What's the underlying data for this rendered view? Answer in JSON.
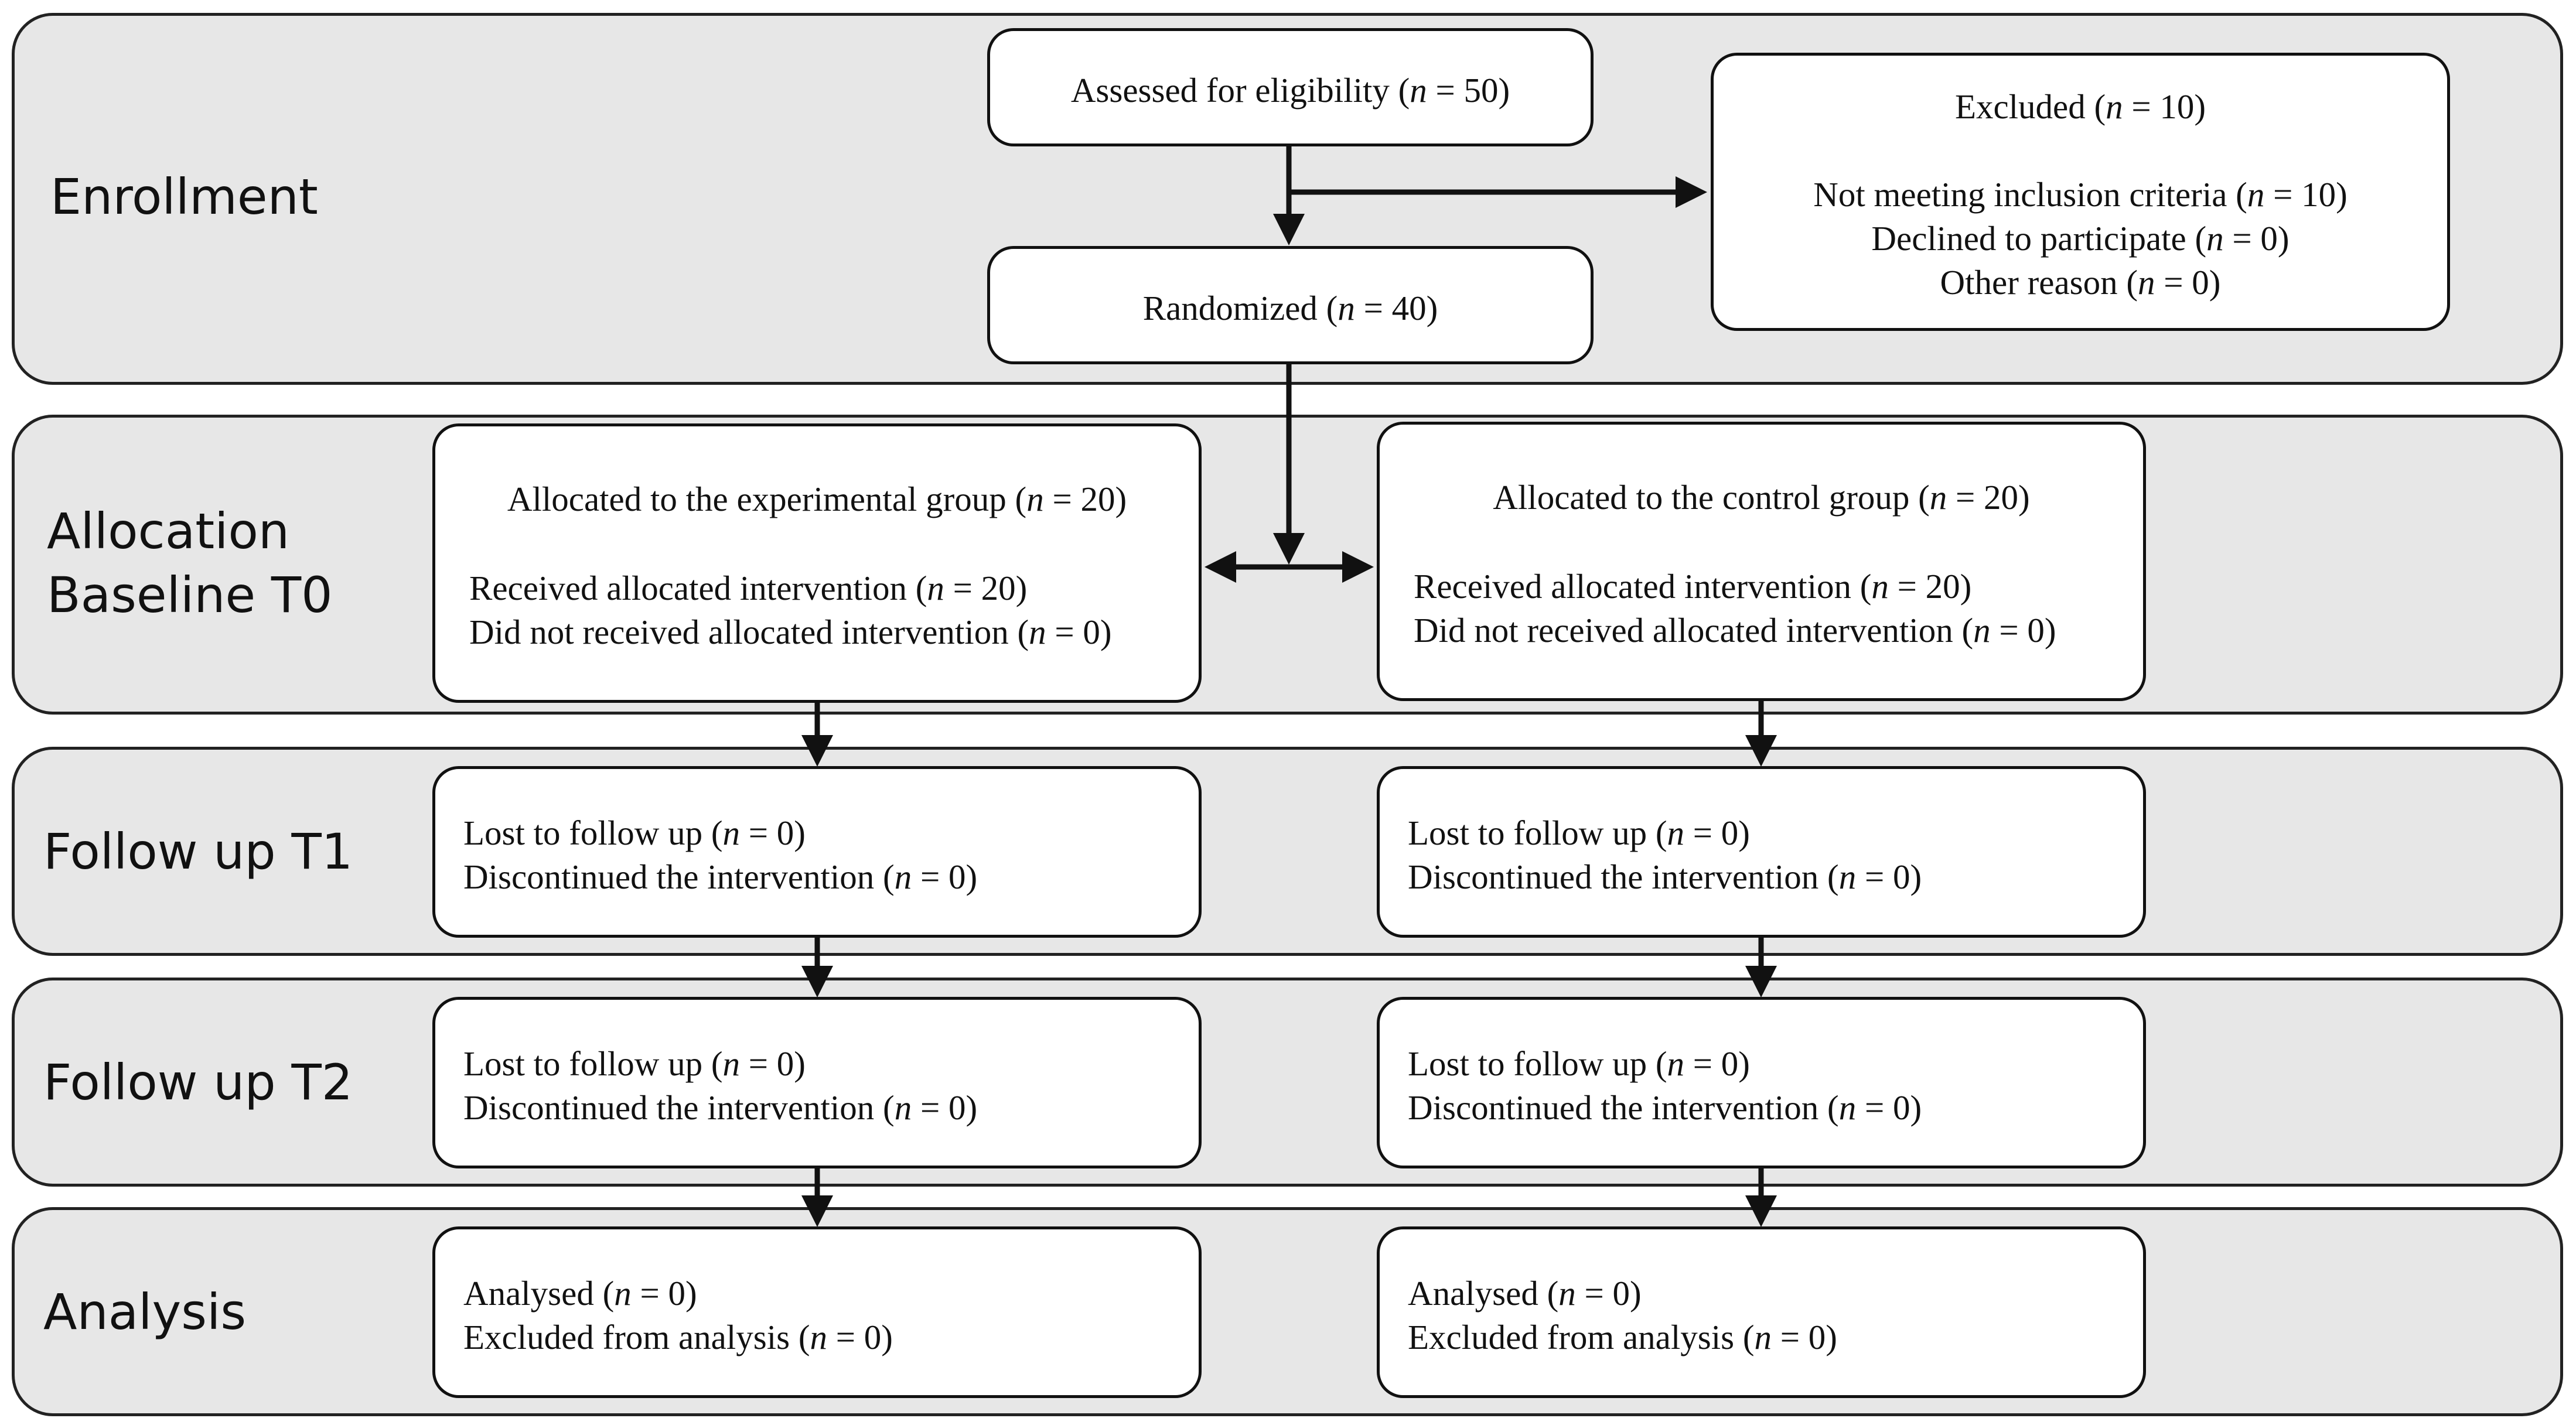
{
  "stages": {
    "enrollment": "Enrollment",
    "allocation_1": "Allocation",
    "allocation_2": "Baseline T0",
    "followup1": "Follow up T1",
    "followup2": "Follow up T2",
    "analysis": "Analysis"
  },
  "n_symbol": "n",
  "enrollment": {
    "assessed": {
      "pre": "Assessed for eligibility (",
      "post": " = 50)"
    },
    "randomized": {
      "pre": "Randomized (",
      "post": " = 40)"
    },
    "excluded": {
      "title": {
        "pre": "Excluded (",
        "post": " = 10)"
      },
      "not_meeting": {
        "pre": "Not meeting inclusion criteria (",
        "post": " = 10)"
      },
      "declined": {
        "pre": "Declined to participate (",
        "post": " = 0)"
      },
      "other": {
        "pre": "Other reason (",
        "post": " = 0)"
      }
    }
  },
  "allocation": {
    "experimental": {
      "title": {
        "pre": "Allocated to the experimental group (",
        "post": " = 20)"
      },
      "received": {
        "pre": "Received allocated intervention (",
        "post": " = 20)"
      },
      "not_received": {
        "pre": "Did not received allocated intervention (",
        "post": " = 0)"
      }
    },
    "control": {
      "title": {
        "pre": "Allocated to the control group (",
        "post": " = 20)"
      },
      "received": {
        "pre": "Received allocated intervention (",
        "post": " = 20)"
      },
      "not_received": {
        "pre": "Did not received allocated intervention (",
        "post": " = 0)"
      }
    }
  },
  "followup1": {
    "experimental": {
      "lost": {
        "pre": "Lost to follow up (",
        "post": " = 0)"
      },
      "discontinued": {
        "pre": "Discontinued the intervention (",
        "post": " = 0)"
      }
    },
    "control": {
      "lost": {
        "pre": "Lost to follow up (",
        "post": " = 0)"
      },
      "discontinued": {
        "pre": "Discontinued the intervention (",
        "post": " = 0)"
      }
    }
  },
  "followup2": {
    "experimental": {
      "lost": {
        "pre": "Lost to follow up (",
        "post": " = 0)"
      },
      "discontinued": {
        "pre": "Discontinued the intervention (",
        "post": " = 0)"
      }
    },
    "control": {
      "lost": {
        "pre": "Lost to follow up (",
        "post": " = 0)"
      },
      "discontinued": {
        "pre": "Discontinued the intervention (",
        "post": " = 0)"
      }
    }
  },
  "analysis": {
    "experimental": {
      "analysed": {
        "pre": "Analysed (",
        "post": " = 0)"
      },
      "excluded": {
        "pre": "Excluded from analysis (",
        "post": " = 0)"
      }
    },
    "control": {
      "analysed": {
        "pre": "Analysed (",
        "post": " = 0)"
      },
      "excluded": {
        "pre": "Excluded from analysis (",
        "post": " = 0)"
      }
    }
  },
  "colors": {
    "band_fill": "#e7e7e7",
    "box_fill": "#ffffff",
    "stroke": "#111111"
  }
}
